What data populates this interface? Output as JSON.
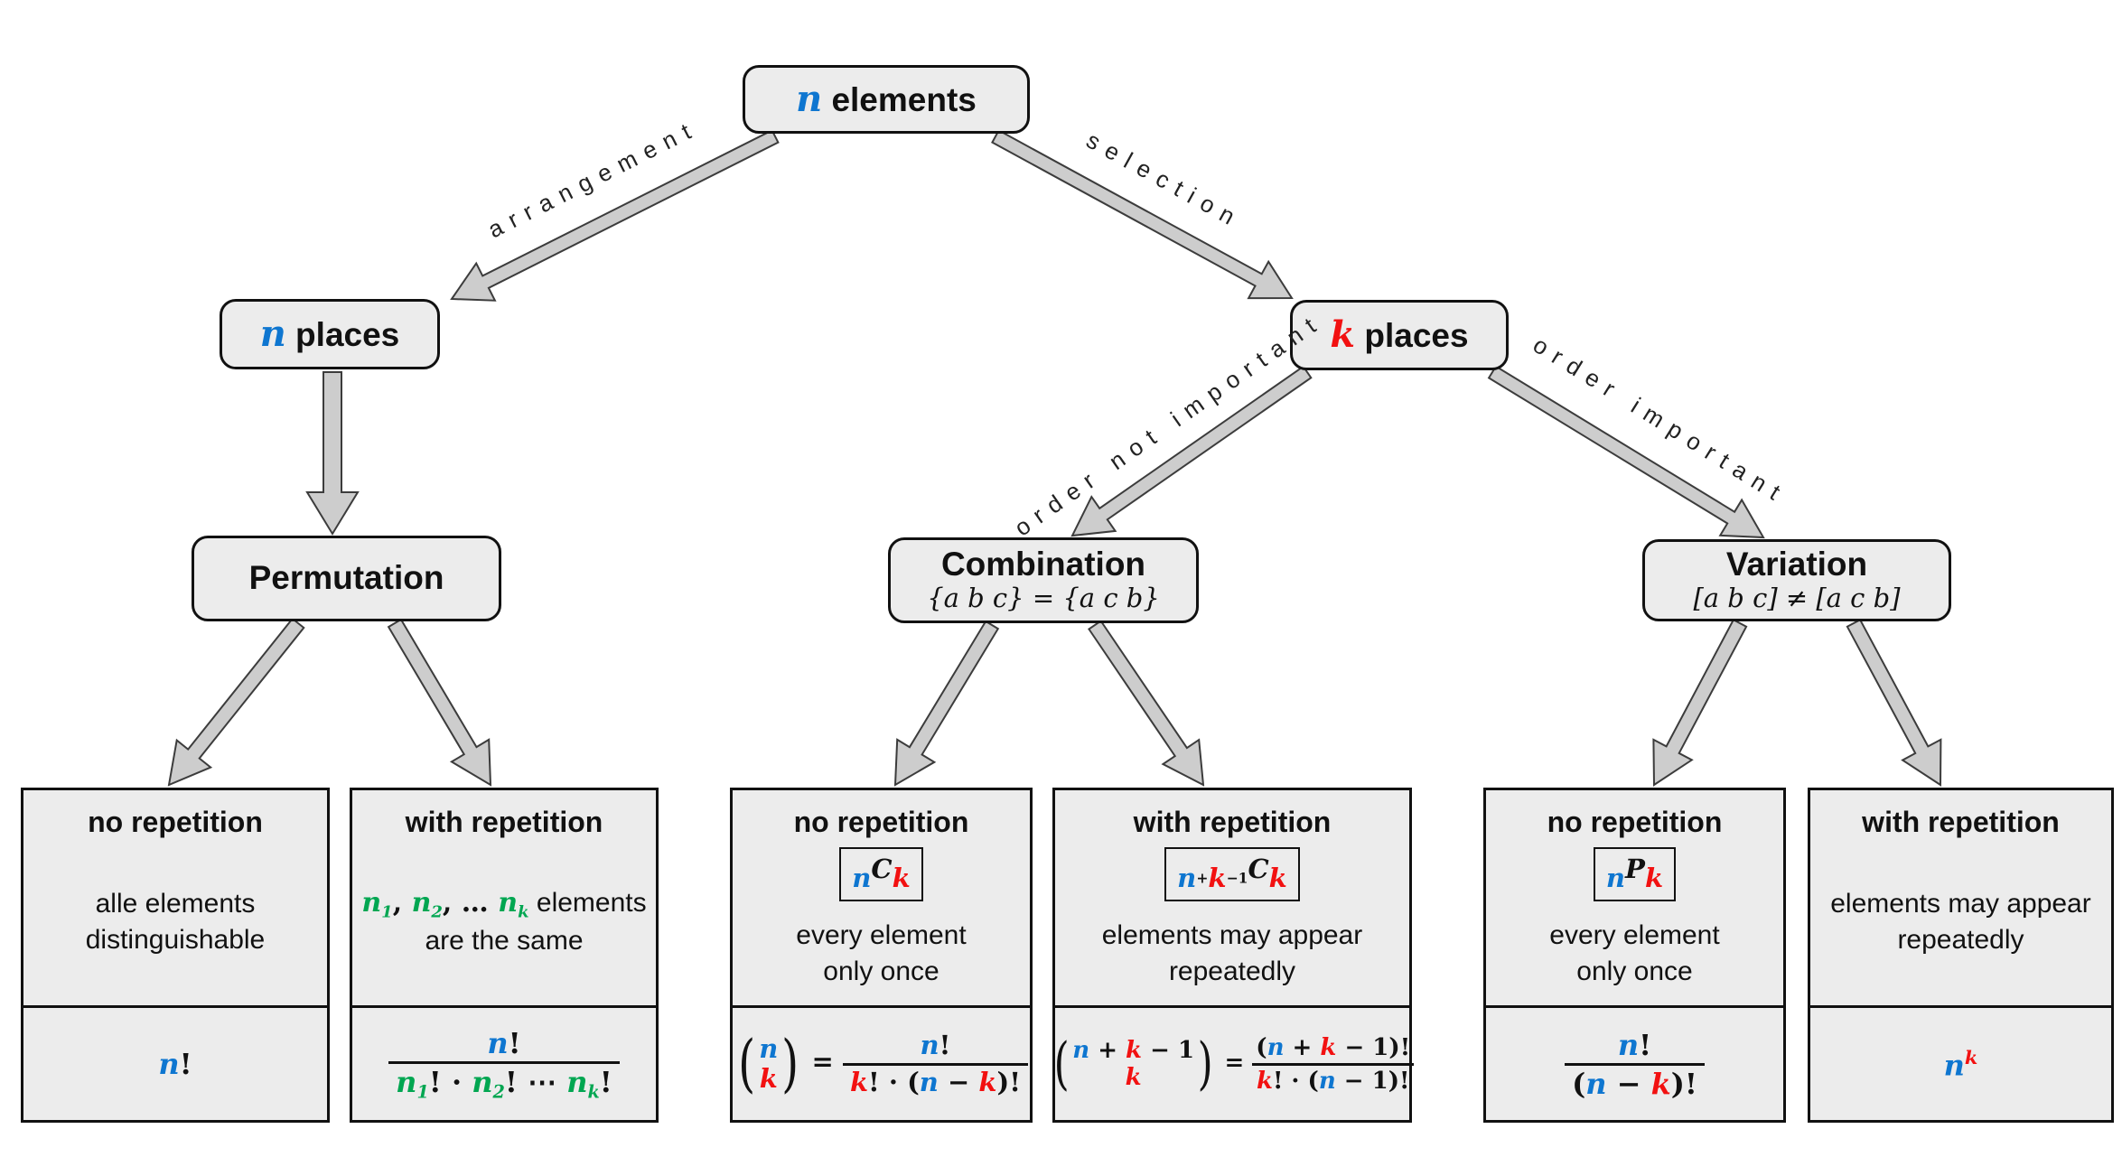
{
  "colors": {
    "blue": "#0e76d0",
    "red": "#f21111",
    "green": "#00a651",
    "black": "#111111",
    "box_fill": "#ececec",
    "arrow_fill": "#cdcdcd",
    "arrow_stroke": "#3c3c3c"
  },
  "nodes": {
    "root": {
      "title": [
        {
          "t": "n",
          "c": "blue",
          "v": 1
        },
        {
          "t": " elements"
        }
      ]
    },
    "n_places": {
      "title": [
        {
          "t": "n",
          "c": "blue",
          "v": 1
        },
        {
          "t": " places"
        }
      ]
    },
    "k_places": {
      "title": [
        {
          "t": "k",
          "c": "red",
          "v": 1
        },
        {
          "t": " places"
        }
      ]
    },
    "permutation": {
      "title": [
        {
          "t": "Permutation"
        }
      ]
    },
    "combination": {
      "title": [
        {
          "t": "Combination"
        }
      ],
      "subtitle": [
        {
          "t": "{a b c} = {a c b}",
          "l": 1
        }
      ]
    },
    "variation": {
      "title": [
        {
          "t": "Variation"
        }
      ],
      "subtitle": [
        {
          "t": "[a b c] ≠ [a c b]",
          "l": 1
        }
      ]
    }
  },
  "edge_labels": {
    "arrangement": "arrangement",
    "selection": "selection",
    "order_not_important": "order not important",
    "order_important": "order important"
  },
  "leaves": [
    {
      "title": "no repetition",
      "desc": [
        [
          {
            "t": "alle elements"
          }
        ],
        [
          {
            "t": "distinguishable"
          }
        ]
      ],
      "formula": {
        "type": "row",
        "items": [
          {
            "t": "n",
            "c": "blue",
            "v": 1
          },
          {
            "t": "!",
            "o": 1
          }
        ]
      }
    },
    {
      "title": "with repetition",
      "desc": [
        [
          {
            "t": "n",
            "c": "green",
            "v": 1
          },
          {
            "t": "1",
            "c": "green",
            "v": 1,
            "sub": 1
          },
          {
            "t": ", ",
            "o": 1
          },
          {
            "t": "n",
            "c": "green",
            "v": 1
          },
          {
            "t": "2",
            "c": "green",
            "v": 1,
            "sub": 1
          },
          {
            "t": ", … ",
            "o": 1
          },
          {
            "t": "n",
            "c": "green",
            "v": 1
          },
          {
            "t": "k",
            "c": "green",
            "v": 1,
            "sub": 1
          },
          {
            "t": " elements"
          }
        ],
        [
          {
            "t": "are the same"
          }
        ]
      ],
      "formula": {
        "type": "frac",
        "num": [
          {
            "t": "n",
            "c": "blue",
            "v": 1
          },
          {
            "t": "!",
            "o": 1
          }
        ],
        "den": [
          {
            "t": "n",
            "c": "green",
            "v": 1
          },
          {
            "t": "1",
            "c": "green",
            "v": 1,
            "sub": 1
          },
          {
            "t": "! · ",
            "o": 1
          },
          {
            "t": "n",
            "c": "green",
            "v": 1
          },
          {
            "t": "2",
            "c": "green",
            "v": 1,
            "sub": 1
          },
          {
            "t": "! ⋯ ",
            "o": 1
          },
          {
            "t": "n",
            "c": "green",
            "v": 1
          },
          {
            "t": "k",
            "c": "green",
            "v": 1,
            "sub": 1
          },
          {
            "t": "!",
            "o": 1
          }
        ]
      }
    },
    {
      "title": "no repetition",
      "badge": [
        {
          "t": "n",
          "c": "blue",
          "v": 1,
          "sub": 1
        },
        {
          "t": "C",
          "v": 1
        },
        {
          "t": "k",
          "c": "red",
          "v": 1,
          "sub": 1
        }
      ],
      "desc": [
        [
          {
            "t": "every element"
          }
        ],
        [
          {
            "t": "only once"
          }
        ]
      ],
      "formula": {
        "type": "row",
        "items": [
          {
            "type": "binom",
            "top": [
              {
                "t": "n",
                "c": "blue",
                "v": 1
              }
            ],
            "bottom": [
              {
                "t": "k",
                "c": "red",
                "v": 1
              }
            ]
          },
          {
            "t": " = ",
            "o": 1
          },
          {
            "type": "frac",
            "num": [
              {
                "t": "n",
                "c": "blue",
                "v": 1
              },
              {
                "t": "!",
                "o": 1
              }
            ],
            "den": [
              {
                "t": "k",
                "c": "red",
                "v": 1
              },
              {
                "t": "! · (",
                "o": 1
              },
              {
                "t": "n",
                "c": "blue",
                "v": 1
              },
              {
                "t": " − ",
                "o": 1
              },
              {
                "t": "k",
                "c": "red",
                "v": 1
              },
              {
                "t": ")!",
                "o": 1
              }
            ]
          }
        ]
      }
    },
    {
      "title": "with repetition",
      "badge": [
        {
          "t": "n",
          "c": "blue",
          "v": 1,
          "sub": 1
        },
        {
          "t": "+",
          "o": 1,
          "sub": 1
        },
        {
          "t": "k",
          "c": "red",
          "v": 1,
          "sub": 1
        },
        {
          "t": "−1",
          "o": 1,
          "sub": 1
        },
        {
          "t": "C",
          "v": 1
        },
        {
          "t": "k",
          "c": "red",
          "v": 1,
          "sub": 1
        }
      ],
      "desc": [
        [
          {
            "t": "elements may appear"
          }
        ],
        [
          {
            "t": "repeatedly"
          }
        ]
      ],
      "formula": {
        "type": "row",
        "items": [
          {
            "type": "binom",
            "top": [
              {
                "t": "n",
                "c": "blue",
                "v": 1
              },
              {
                "t": " + ",
                "o": 1
              },
              {
                "t": "k",
                "c": "red",
                "v": 1
              },
              {
                "t": " − 1",
                "o": 1
              }
            ],
            "bottom": [
              {
                "t": "k",
                "c": "red",
                "v": 1
              }
            ]
          },
          {
            "t": " = ",
            "o": 1
          },
          {
            "type": "frac",
            "num": [
              {
                "t": "(",
                "o": 1
              },
              {
                "t": "n",
                "c": "blue",
                "v": 1
              },
              {
                "t": " + ",
                "o": 1
              },
              {
                "t": "k",
                "c": "red",
                "v": 1
              },
              {
                "t": " − 1)!",
                "o": 1
              }
            ],
            "den": [
              {
                "t": "k",
                "c": "red",
                "v": 1
              },
              {
                "t": "! · (",
                "o": 1
              },
              {
                "t": "n",
                "c": "blue",
                "v": 1
              },
              {
                "t": " − 1)!",
                "o": 1
              }
            ]
          }
        ]
      }
    },
    {
      "title": "no repetition",
      "badge": [
        {
          "t": "n",
          "c": "blue",
          "v": 1,
          "sub": 1
        },
        {
          "t": "P",
          "v": 1
        },
        {
          "t": "k",
          "c": "red",
          "v": 1,
          "sub": 1
        }
      ],
      "desc": [
        [
          {
            "t": "every element"
          }
        ],
        [
          {
            "t": "only once"
          }
        ]
      ],
      "formula": {
        "type": "frac",
        "num": [
          {
            "t": "n",
            "c": "blue",
            "v": 1
          },
          {
            "t": "!",
            "o": 1
          }
        ],
        "den": [
          {
            "t": "(",
            "o": 1
          },
          {
            "t": "n",
            "c": "blue",
            "v": 1
          },
          {
            "t": " − ",
            "o": 1
          },
          {
            "t": "k",
            "c": "red",
            "v": 1
          },
          {
            "t": ")!",
            "o": 1
          }
        ]
      }
    },
    {
      "title": "with repetition",
      "desc": [
        [
          {
            "t": "elements may appear"
          }
        ],
        [
          {
            "t": "repeatedly"
          }
        ]
      ],
      "formula": {
        "type": "row",
        "items": [
          {
            "t": "n",
            "c": "blue",
            "v": 1
          },
          {
            "t": "k",
            "c": "red",
            "v": 1,
            "sup": 1
          }
        ]
      }
    }
  ]
}
